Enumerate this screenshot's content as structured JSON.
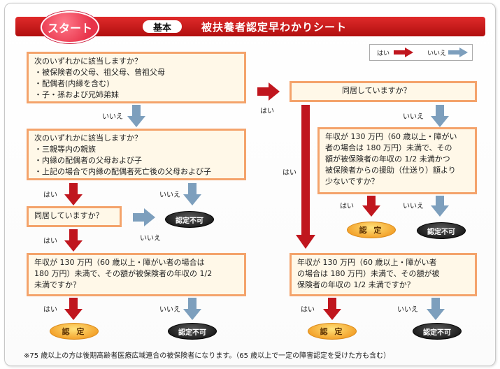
{
  "header": {
    "start_label": "スタート",
    "kihon_label": "基本",
    "title": "被扶養者認定早わかりシート"
  },
  "legend": {
    "yes_label": "はい",
    "no_label": "いいえ"
  },
  "colors": {
    "yes_arrow": "#c0161e",
    "no_arrow": "#7d9fbd",
    "box_border": "#f4a36b",
    "box_fill": "#fff8e8"
  },
  "left": {
    "q1": {
      "lines": [
        "次のいずれかに該当しますか？",
        "・被保険者の父母、祖父母、曾祖父母",
        "・配偶者(内縁を含む)",
        "・子・孫および兄姉弟妹"
      ]
    },
    "q1_no": "いいえ",
    "q2": {
      "lines": [
        "次のいずれかに該当しますか？",
        "・三親等内の親族",
        "・内縁の配偶者の父母および子",
        "・上記の場合で内縁の配偶者死亡後の父母および子"
      ]
    },
    "q2_yes": "はい",
    "q2_no": "いいえ",
    "q2_result": "認定不可",
    "q3": {
      "text": "同居していますか？"
    },
    "q3_yes": "はい",
    "q3_no": "いいえ",
    "q4": {
      "lines": [
        "年収が 130 万円（60 歳以上・障がい者の場合は",
        "180 万円）未満で、その額が被保険者の年収の 1/2",
        "未満ですか？"
      ]
    },
    "q4_yes": "はい",
    "q4_no": "いいえ",
    "result_yes": "認 定",
    "result_no": "認定不可"
  },
  "right": {
    "q1_yes_from_left": "はい",
    "q1": {
      "text": "同居していますか？"
    },
    "q1_yes": "はい",
    "q1_no": "いいえ",
    "q2": {
      "lines": [
        "年収が 130 万円（60 歳以上・障がい",
        "者の場合は 180 万円）未満で、その",
        "額が被保険者の年収の 1/2 未満かつ",
        "被保険者からの援助（仕送り）額より",
        "少ないですか？"
      ]
    },
    "q2_yes": "はい",
    "q2_no": "いいえ",
    "q2_result_yes": "認 定",
    "q2_result_no": "認定不可",
    "q3": {
      "lines": [
        "年収が 130 万円（60 歳以上・障がい者",
        "の場合は 180 万円）未満で、その額が被",
        "保険者の年収の 1/2 未満ですか？"
      ]
    },
    "q3_yes": "はい",
    "q3_no": "いいえ",
    "result_yes": "認 定",
    "result_no": "認定不可"
  },
  "footnote": "※75 歳以上の方は後期高齢者医療広域連合の被保険者になります。（65 歳以上で一定の障害認定を受けた方も含む）"
}
